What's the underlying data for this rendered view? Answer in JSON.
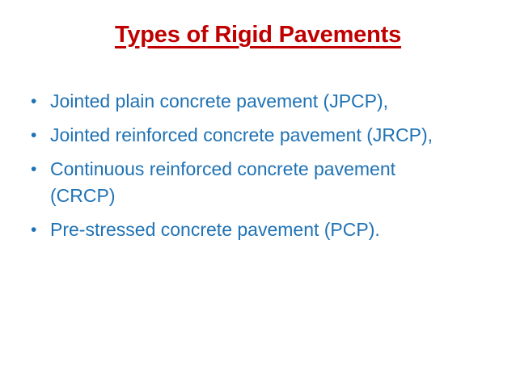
{
  "slide": {
    "title": "Types of Rigid Pavements",
    "bullet_glyph": "•",
    "bullets": [
      "Jointed plain concrete pavement (JPCP),",
      "Jointed reinforced concrete pavement (JRCP),",
      "Continuous reinforced concrete pavement\n(CRCP)",
      "Pre-stressed concrete pavement (PCP)."
    ],
    "colors": {
      "background": "#FFFFFF",
      "title_text": "#C00000",
      "bullet_text": "#1F72B4"
    }
  }
}
